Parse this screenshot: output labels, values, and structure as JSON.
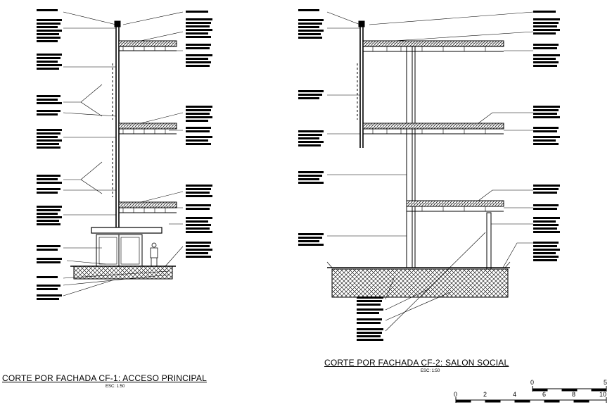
{
  "section1": {
    "title": "CORTE POR FACHADA CF-1: ACCESO PRINCIPAL",
    "scale": "ESC: 1:50"
  },
  "section2": {
    "title": "CORTE POR FACHADA CF-2: SALON SOCIAL",
    "scale": "ESC: 1:50"
  },
  "scale_bar": {
    "upper_ticks": [
      "0",
      "5"
    ],
    "lower_ticks": [
      "0",
      "2",
      "4",
      "6",
      "8",
      "10"
    ]
  }
}
